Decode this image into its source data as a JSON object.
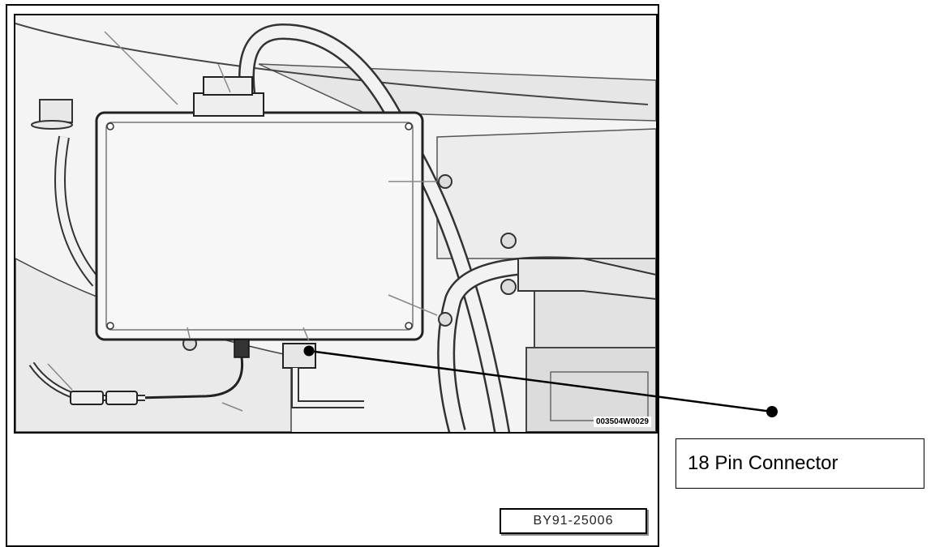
{
  "figure": {
    "image_code": "003504W0029",
    "document_id": "BY91-25006"
  },
  "callout": {
    "label": "18 Pin Connector"
  },
  "colors": {
    "line": "#000000",
    "figure_background": "#f4f4f4"
  }
}
